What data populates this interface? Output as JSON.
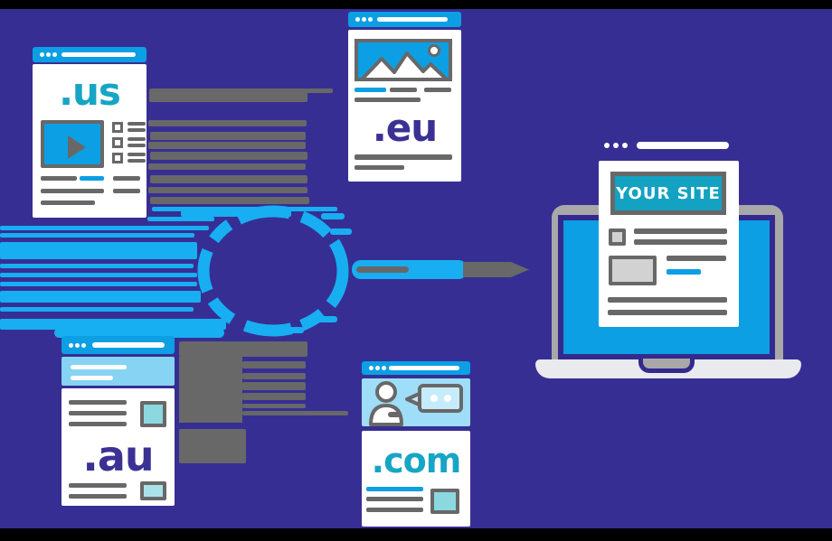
{
  "illustration": {
    "description": "Magnifying glass speeding from international domain websites to a laptop",
    "icons": [
      "window-dots-icon",
      "video-play-icon",
      "checklist-icon",
      "image-placeholder-icon",
      "user-avatar-icon",
      "speech-bubble-icon",
      "magnifying-glass-icon",
      "laptop-icon",
      "motion-lines"
    ]
  },
  "windows": {
    "us": {
      "label": ".us"
    },
    "eu": {
      "label": ".eu"
    },
    "au": {
      "label": ".au"
    },
    "com": {
      "label": ".com"
    }
  },
  "laptop": {
    "site_label": "YOUR SITE"
  },
  "colors": {
    "bg": "#372e94",
    "blue": "#0c9fe4",
    "blue2": "#18aef2",
    "teal": "#16a5c5",
    "indigo": "#3b3195",
    "gray": "#686868",
    "lgray": "#d2d2d2",
    "bezel": "#a8a8a8",
    "base": "#e9eaee",
    "aubanner": "#86d3f3",
    "combanner": "#9fdef8",
    "bubble": "#c6ecfb",
    "tealfill": "#8bd8e0",
    "tealfill2": "#a9e3e9",
    "sitebox": "#14a2c2",
    "sborder": "#33298e",
    "white": "#ffffff",
    "black": "#000000"
  }
}
